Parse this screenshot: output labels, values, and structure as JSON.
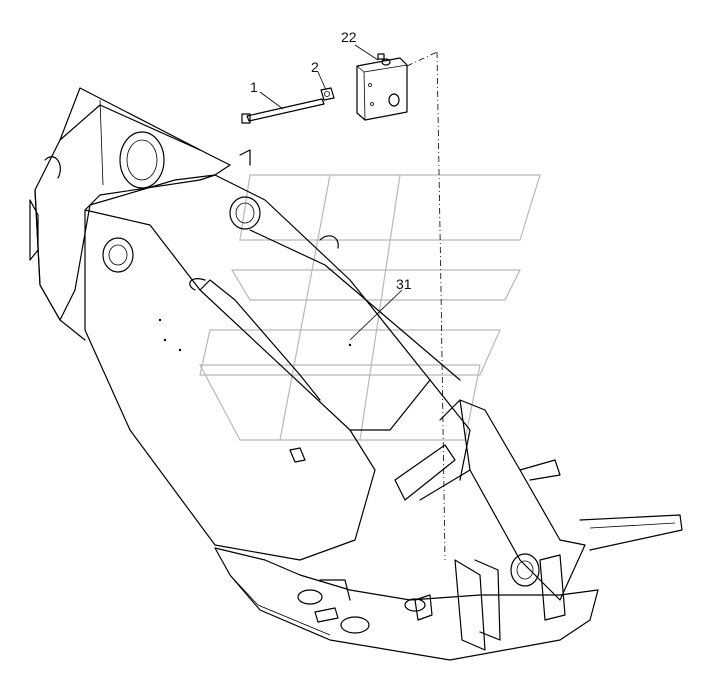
{
  "figure": {
    "callouts": [
      {
        "id": "callout-22",
        "text": "22"
      },
      {
        "id": "callout-2",
        "text": "2"
      },
      {
        "id": "callout-1",
        "text": "1"
      },
      {
        "id": "callout-31",
        "text": "31"
      }
    ],
    "parts": [
      {
        "name": "frame-body"
      },
      {
        "name": "bolt"
      },
      {
        "name": "nut"
      },
      {
        "name": "valve-block"
      }
    ]
  }
}
